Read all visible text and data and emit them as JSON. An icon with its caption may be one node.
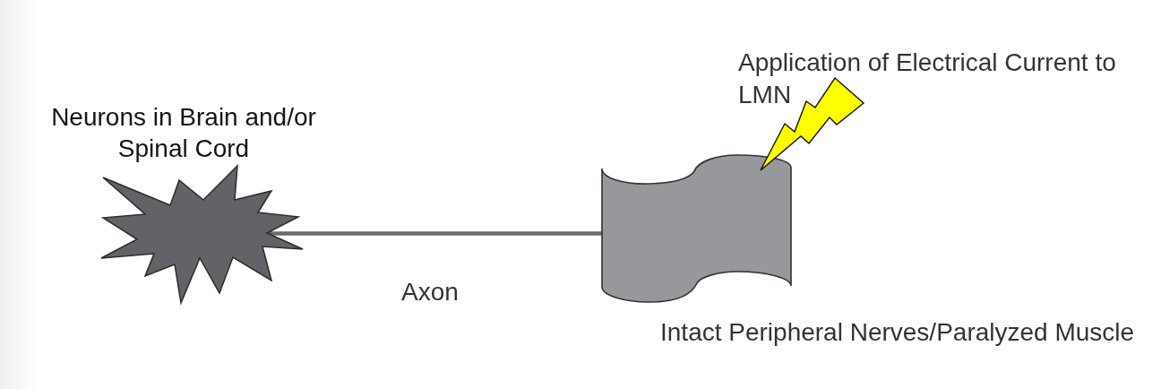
{
  "diagram": {
    "nodes": [
      {
        "text": [
          "Neurons in Brain and/or Spinal Cord"
        ]
      },
      {
        "text": [
          "Intact Peripheral Nerves/Paralyzed Muscle"
        ]
      },
      {
        "text": [
          "Application of Electrical Current to LMN"
        ]
      }
    ],
    "edges": [
      {
        "from": 0,
        "to": 1,
        "arrow": "none",
        "label": "Axon"
      }
    ]
  }
}
